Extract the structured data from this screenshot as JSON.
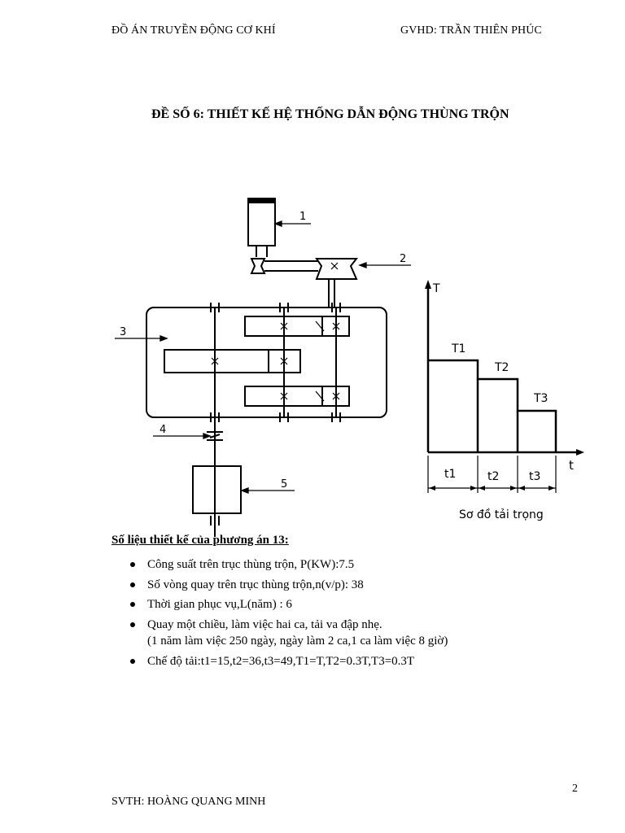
{
  "header": {
    "left": "ĐỒ ÁN TRUYỀN ĐỘNG CƠ KHÍ",
    "right": "GVHD: TRẦN THIÊN PHÚC"
  },
  "title": "ĐỀ SỐ 6: THIẾT KẾ HỆ THỐNG DẪN ĐỘNG THÙNG TRỘN",
  "diagram": {
    "labels": [
      "1",
      "2",
      "3",
      "4",
      "5"
    ]
  },
  "load_chart": {
    "y_axis": "T",
    "x_axis": "t",
    "levels": [
      "T1",
      "T2",
      "T3"
    ],
    "intervals": [
      "t1",
      "t2",
      "t3"
    ],
    "caption": "Sơ đồ tải trọng"
  },
  "section_title": "Số liệu thiết kế của phương án 13:",
  "specs": [
    "Công suất trên trục thùng trộn, P(KW):7.5",
    "Số vòng quay trên trục thùng trộn,n(v/p): 38",
    "Thời gian phục vụ,L(năm) : 6",
    "Quay một chiều, làm việc hai ca, tải va đập nhẹ.",
    "(1 năm làm việc 250 ngày, ngày làm 2 ca,1 ca làm việc 8 giờ)",
    "Chế độ tải:t1=15,t2=36,t3=49,T1=T,T2=0.3T,T3=0.3T"
  ],
  "page_number": "2",
  "footer": "SVTH: HOÀNG QUANG MINH"
}
